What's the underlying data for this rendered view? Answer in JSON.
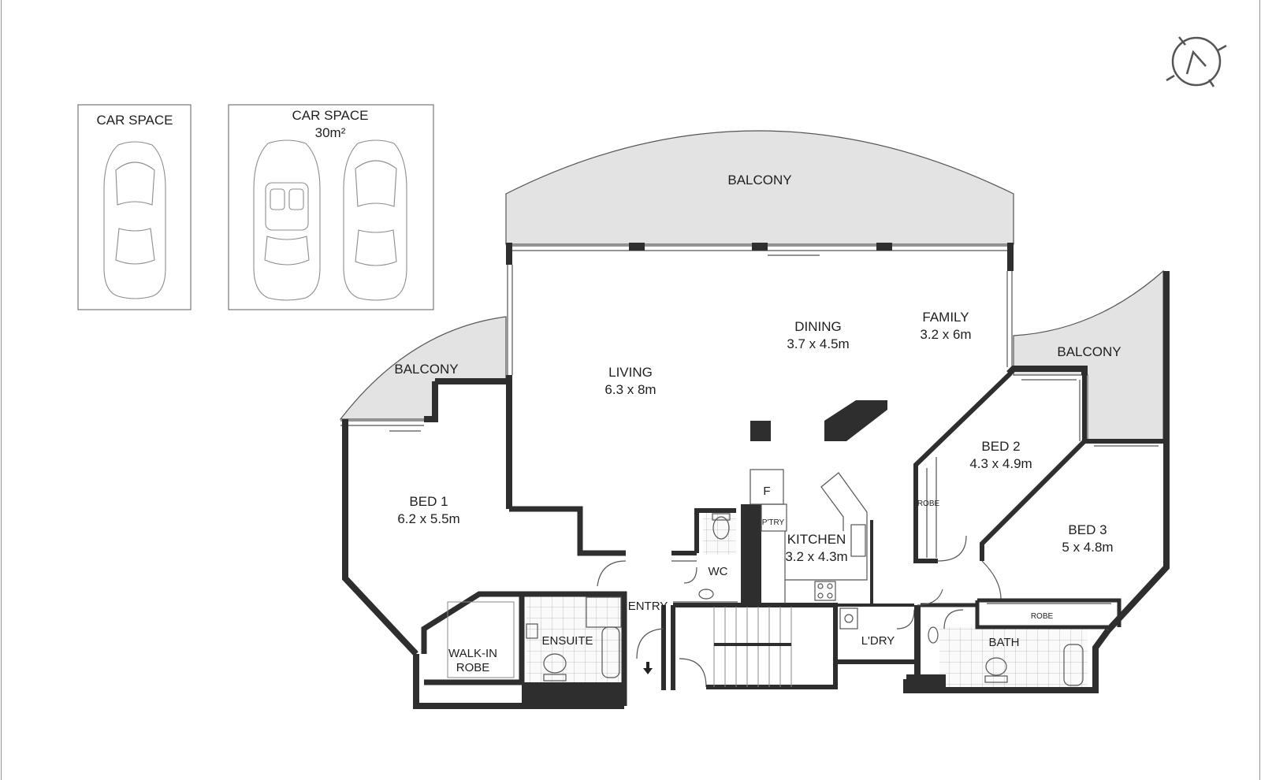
{
  "compass": {
    "icon": "north-arrow-icon"
  },
  "car_spaces": [
    {
      "label": "CAR SPACE",
      "sub": ""
    },
    {
      "label": "CAR SPACE",
      "sub": "30m²"
    }
  ],
  "rooms": {
    "balcony_top": {
      "name": "BALCONY"
    },
    "balcony_left": {
      "name": "BALCONY"
    },
    "balcony_right": {
      "name": "BALCONY"
    },
    "living": {
      "name": "LIVING",
      "size": "6.3 x 8m"
    },
    "dining": {
      "name": "DINING",
      "size": "3.7 x 4.5m"
    },
    "family": {
      "name": "FAMILY",
      "size": "3.2 x 6m"
    },
    "bed1": {
      "name": "BED 1",
      "size": "6.2 x 5.5m"
    },
    "bed2": {
      "name": "BED 2",
      "size": "4.3 x 4.9m"
    },
    "bed3": {
      "name": "BED 3",
      "size": "5 x 4.8m"
    },
    "kitchen": {
      "name": "KITCHEN",
      "size": "3.2 x 4.3m"
    },
    "fridge": {
      "name": "F"
    },
    "pantry": {
      "name": "P'TRY"
    },
    "wc": {
      "name": "WC"
    },
    "entry": {
      "name": "ENTRY"
    },
    "ensuite": {
      "name": "ENSUITE"
    },
    "walkin": {
      "name": "WALK-IN",
      "name2": "ROBE"
    },
    "laundry": {
      "name": "L'DRY"
    },
    "bath": {
      "name": "BATH"
    },
    "robe_bed2": {
      "name": "ROBE"
    },
    "robe_bed3": {
      "name": "ROBE"
    }
  }
}
